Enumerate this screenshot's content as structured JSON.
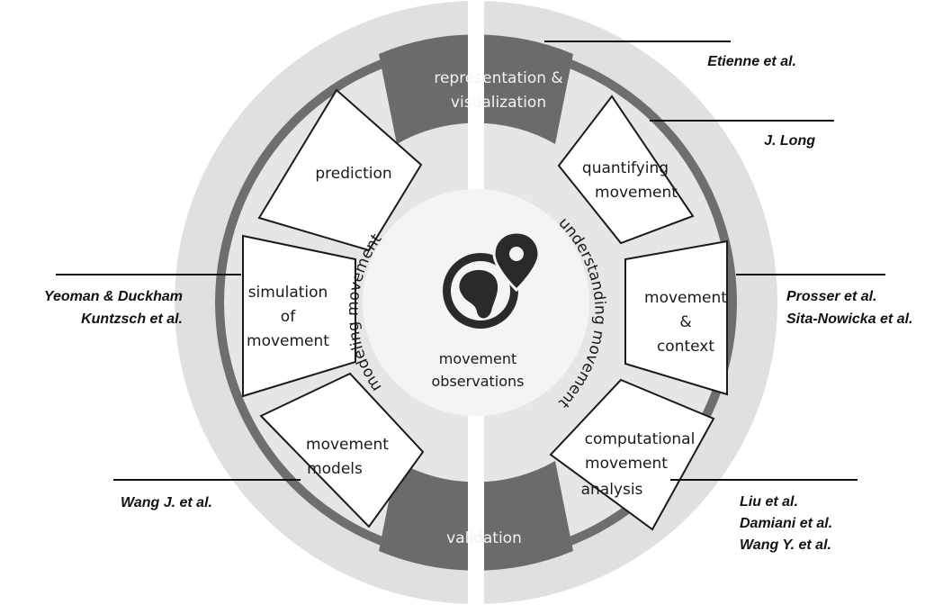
{
  "center": {
    "label_line1": "movement",
    "label_line2": "observations",
    "icon": "globe-location-pin-icon"
  },
  "arcs": {
    "left": "modeling movement",
    "right": "understanding movement"
  },
  "blocks": {
    "top_line1": "representation &",
    "top_line2": "visualization",
    "bottom": "validation"
  },
  "segments": {
    "prediction": "prediction",
    "simulation_l1": "simulation",
    "simulation_l2": "of",
    "simulation_l3": "movement",
    "models_l1": "movement",
    "models_l2": "models",
    "quantifying_l1": "quantifying",
    "quantifying_l2": "movement",
    "context_l1": "movement",
    "context_l2": "&",
    "context_l3": "context",
    "computational_l1": "computational",
    "computational_l2": "movement",
    "computational_l3": "analysis"
  },
  "references": {
    "etienne": "Etienne et al.",
    "long": "J. Long",
    "yeoman": "Yeoman & Duckham",
    "kuntzsch": "Kuntzsch et al.",
    "prosser": "Prosser et al.",
    "sita": "Sita-Nowicka et al.",
    "wangj": "Wang J. et al.",
    "liu": "Liu et al.",
    "damiani": "Damiani et al.",
    "wangy": "Wang Y. et al."
  },
  "colors": {
    "outer_ring": "#e0e0e0",
    "dark_ring": "#6e6e6e",
    "inner_disc": "#e6e6e6",
    "center_disc": "#f4f4f4",
    "dark_block": "#6b6b6b"
  }
}
